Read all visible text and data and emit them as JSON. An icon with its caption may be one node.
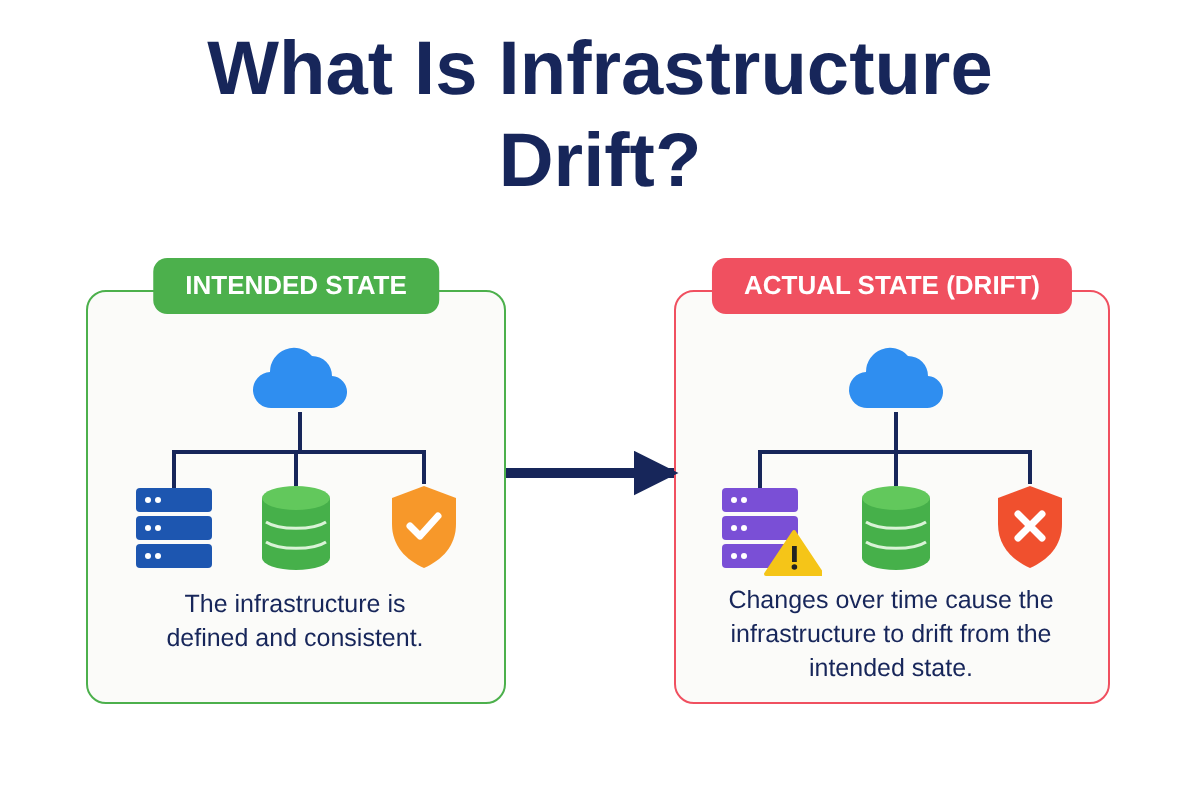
{
  "diagram": {
    "title": "What Is Infrastructure Drift?",
    "nodes": [
      {
        "text": [
          "INTENDED STATE",
          "The infrastructure is defined and consistent."
        ]
      },
      {
        "text": [],
        "shape": "cloud",
        "in": 0
      },
      {
        "text": [],
        "shape": "server",
        "in": 0
      },
      {
        "text": [],
        "shape": "cylinder",
        "in": 0
      },
      {
        "text": [],
        "shape": "shield",
        "in": 0
      },
      {
        "text": [
          "ACTUAL STATE (DRIFT)",
          "Changes over time cause the infrastructure to drift from the intended state."
        ]
      },
      {
        "text": [],
        "shape": "cloud",
        "in": 5
      },
      {
        "text": [],
        "shape": "server",
        "in": 5
      },
      {
        "text": [],
        "shape": "cylinder",
        "in": 5
      },
      {
        "text": [],
        "shape": "shield",
        "in": 5
      }
    ],
    "edges": [
      {
        "from": 1,
        "to": 2,
        "arrow": "none"
      },
      {
        "from": 1,
        "to": 3,
        "arrow": "none"
      },
      {
        "from": 1,
        "to": 4,
        "arrow": "none"
      },
      {
        "from": 6,
        "to": 7,
        "arrow": "none"
      },
      {
        "from": 6,
        "to": 8,
        "arrow": "none"
      },
      {
        "from": 6,
        "to": 9,
        "arrow": "none"
      },
      {
        "from": 0,
        "to": 5,
        "arrow": "to",
        "style": "thick"
      }
    ]
  }
}
